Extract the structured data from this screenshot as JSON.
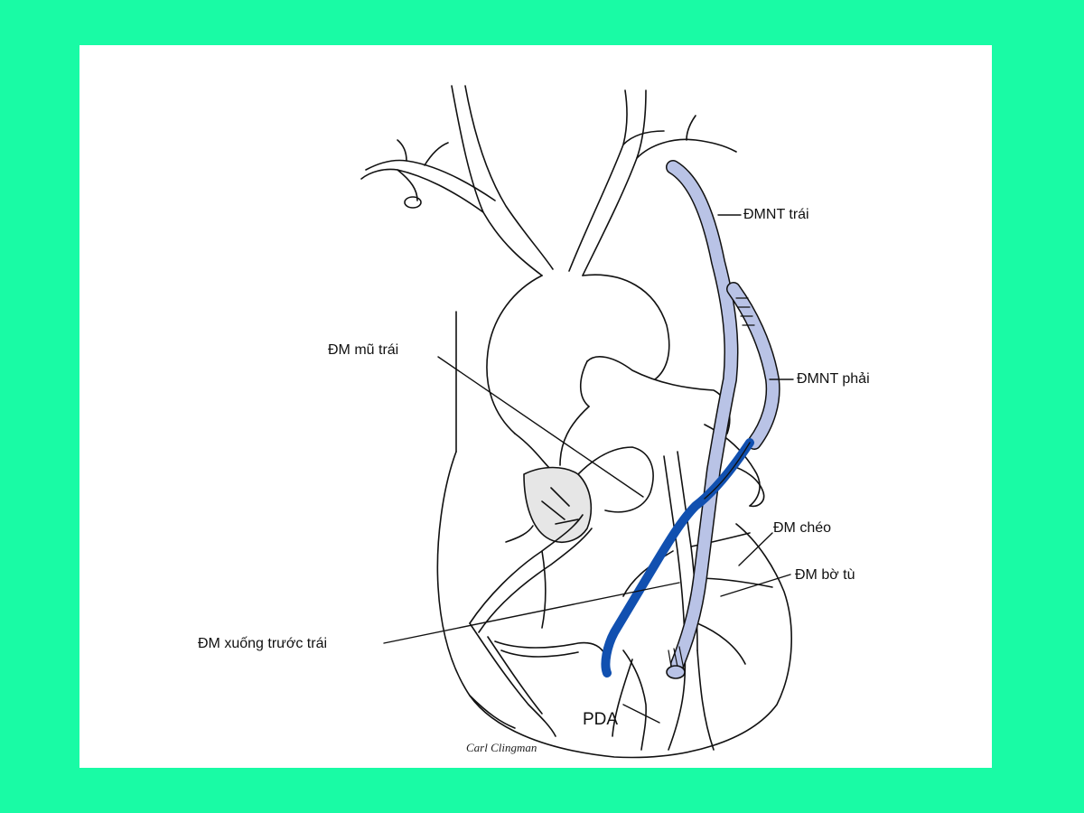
{
  "palette": {
    "page_background": "#19fba5",
    "panel_background": "#ffffff",
    "line_color": "#111111",
    "graft_fill": "#b9c3e6",
    "artery_highlight": "#1150b0"
  },
  "labels": {
    "lima": "ĐMNT trái",
    "rima": "ĐMNT phải",
    "left_circumflex": "ĐM mũ trái",
    "diagonal": "ĐM chéo",
    "obtuse_marginal": "ĐM bờ tù",
    "lad": "ĐM xuống trước trái",
    "pda": "PDA"
  },
  "signature": "Carl Clingman"
}
